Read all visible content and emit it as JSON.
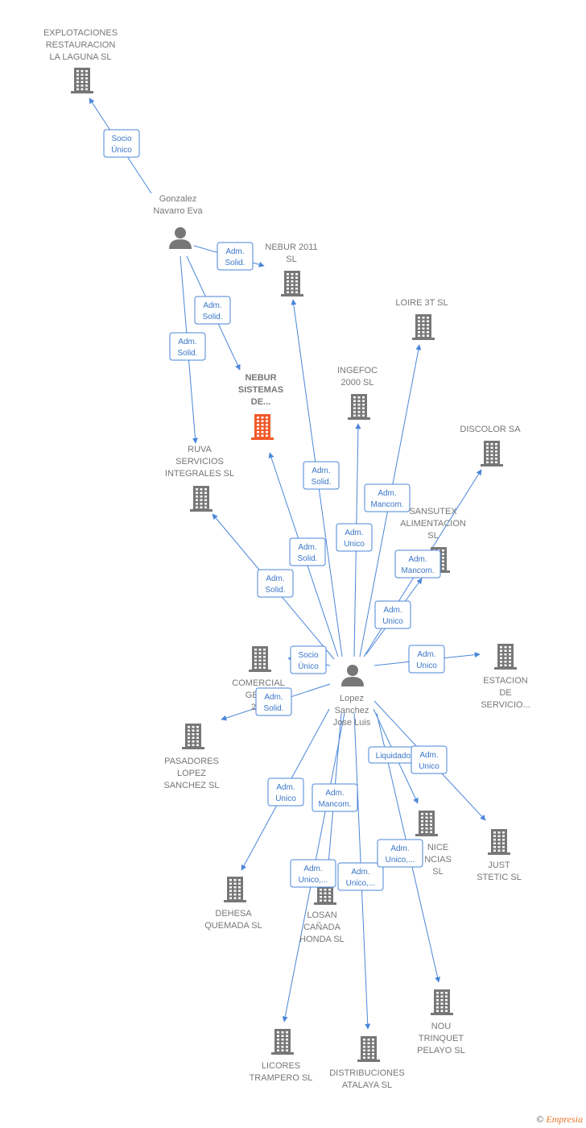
{
  "colors": {
    "edge": "#4a86d8",
    "company": "#777777",
    "company_highlight": "#f05a28",
    "person": "#777777",
    "label": "#777777"
  },
  "nodes": [
    {
      "id": "explotaciones",
      "type": "company",
      "label": [
        "EXPLOTACIONES",
        "RESTAURACION",
        "LA LAGUNA SL"
      ]
    },
    {
      "id": "gonzalez",
      "type": "person",
      "label": [
        "Gonzalez",
        "Navarro Eva"
      ]
    },
    {
      "id": "nebur2011",
      "type": "company",
      "label": [
        "NEBUR 2011",
        "SL"
      ]
    },
    {
      "id": "loire",
      "type": "company",
      "label": [
        "LOIRE 3T SL"
      ]
    },
    {
      "id": "nebursistemas",
      "type": "company",
      "highlight": true,
      "label": [
        "NEBUR",
        "SISTEMAS",
        "DE..."
      ]
    },
    {
      "id": "ingefoc",
      "type": "company",
      "label": [
        "INGEFOC",
        "2000 SL"
      ]
    },
    {
      "id": "discolor",
      "type": "company",
      "label": [
        "DISCOLOR SA"
      ]
    },
    {
      "id": "ruva",
      "type": "company",
      "label": [
        "RUVA",
        "SERVICIOS",
        "INTEGRALES SL"
      ]
    },
    {
      "id": "sansutex",
      "type": "company",
      "label": [
        "SANSUTEX",
        "ALIMENTACION",
        "SL"
      ]
    },
    {
      "id": "comercial",
      "type": "company",
      "label": [
        "COMERCIAL",
        "GENO",
        "200"
      ]
    },
    {
      "id": "lopez",
      "type": "person",
      "label": [
        "Lopez",
        "Sanchez",
        "Jose Luis"
      ]
    },
    {
      "id": "estacion",
      "type": "company",
      "label": [
        "ESTACION",
        "DE",
        "SERVICIO..."
      ]
    },
    {
      "id": "pasadores",
      "type": "company",
      "label": [
        "PASADORES",
        "LOPEZ",
        "SANCHEZ SL"
      ]
    },
    {
      "id": "nice",
      "type": "company",
      "label": [
        "NICE",
        "NCIAS",
        "SL"
      ]
    },
    {
      "id": "juststetic",
      "type": "company",
      "label": [
        "JUST",
        "STETIC  SL"
      ]
    },
    {
      "id": "dehesa",
      "type": "company",
      "label": [
        "DEHESA",
        "QUEMADA SL"
      ]
    },
    {
      "id": "losan",
      "type": "company",
      "label": [
        "LOSAN",
        "CAÑADA",
        "HONDA SL"
      ]
    },
    {
      "id": "nou",
      "type": "company",
      "label": [
        "NOU",
        "TRINQUET",
        "PELAYO  SL"
      ]
    },
    {
      "id": "licores",
      "type": "company",
      "label": [
        "LICORES",
        "TRAMPERO  SL"
      ]
    },
    {
      "id": "distribuciones",
      "type": "company",
      "label": [
        "DISTRIBUCIONES",
        "ATALAYA SL"
      ]
    }
  ],
  "edges": [
    {
      "from": "gonzalez",
      "to": "explotaciones",
      "label": [
        "Socio",
        "Único"
      ]
    },
    {
      "from": "gonzalez",
      "to": "nebur2011",
      "label": [
        "Adm.",
        "Solid."
      ]
    },
    {
      "from": "gonzalez",
      "to": "nebursistemas",
      "label": [
        "Adm.",
        "Solid."
      ]
    },
    {
      "from": "gonzalez",
      "to": "ruva",
      "label": [
        "Adm.",
        "Solid."
      ]
    },
    {
      "from": "lopez",
      "to": "nebur2011",
      "label": [
        "Adm.",
        "Solid."
      ]
    },
    {
      "from": "lopez",
      "to": "ingefoc",
      "label": [
        "Adm.",
        "Unico"
      ]
    },
    {
      "from": "lopez",
      "to": "loire",
      "label": [
        "Adm.",
        "Mancom."
      ]
    },
    {
      "from": "lopez",
      "to": "nebursistemas",
      "label": [
        "Adm.",
        "Solid."
      ]
    },
    {
      "from": "lopez",
      "to": "ruva",
      "label": [
        "Adm.",
        "Solid."
      ]
    },
    {
      "from": "lopez",
      "to": "discolor",
      "label": [
        "Adm.",
        "Mancom."
      ]
    },
    {
      "from": "lopez",
      "to": "sansutex",
      "label": [
        "Adm.",
        "Unico"
      ]
    },
    {
      "from": "lopez",
      "to": "comercial",
      "label": [
        "Socio",
        "Único"
      ]
    },
    {
      "from": "lopez",
      "to": "pasadores",
      "label": [
        "Adm.",
        "Solid."
      ]
    },
    {
      "from": "lopez",
      "to": "estacion",
      "label": [
        "Adm.",
        "Unico"
      ]
    },
    {
      "from": "lopez",
      "to": "nice",
      "label": [
        "Liquidador"
      ]
    },
    {
      "from": "lopez",
      "to": "juststetic",
      "label": [
        "Adm.",
        "Unico"
      ]
    },
    {
      "from": "lopez",
      "to": "dehesa",
      "label": [
        "Adm.",
        "Unico"
      ]
    },
    {
      "from": "lopez",
      "to": "losan",
      "label": [
        "Adm.",
        "Mancom."
      ]
    },
    {
      "from": "lopez",
      "to": "licores",
      "label": [
        "Adm.",
        "Unico,..."
      ]
    },
    {
      "from": "lopez",
      "to": "distribuciones",
      "label": [
        "Adm.",
        "Unico,..."
      ]
    },
    {
      "from": "lopez",
      "to": "nou",
      "label": [
        "Adm.",
        "Unico,..."
      ]
    }
  ],
  "footer": {
    "copyright": "©",
    "brand": "Empresia"
  }
}
